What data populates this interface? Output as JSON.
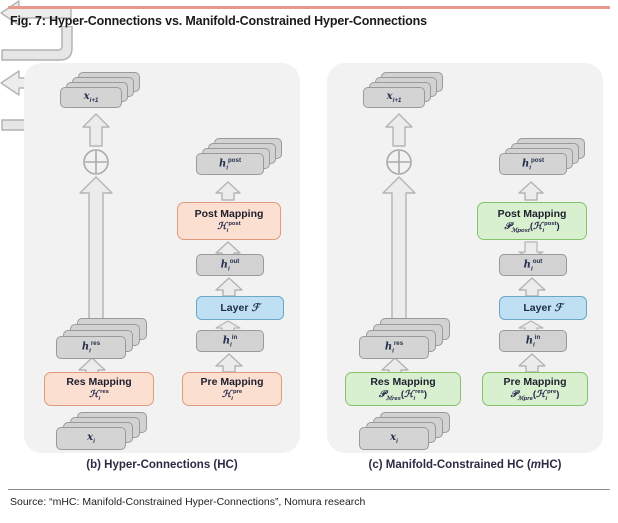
{
  "figure": {
    "title": "Fig. 7: Hyper-Connections vs. Manifold-Constrained Hyper-Connections",
    "rule_color": "#e8998d",
    "source": "Source: “mHC: Manifold-Constrained Hyper-Connections”, Nomura research"
  },
  "palette": {
    "panel_bg": "#f2f2f2",
    "node_gray": "#d2d2d2",
    "node_border": "#9a9a9a",
    "mapping_orange_fill": "#fbdfd0",
    "mapping_orange_border": "#e3997c",
    "mapping_green_fill": "#d8f0cf",
    "mapping_green_border": "#86c26b",
    "layer_fill": "#bfe0f2",
    "layer_border": "#6aa7c9",
    "arrow_fill": "#ececec",
    "arrow_border": "#b4b4b4",
    "caption_color": "#2b2b44"
  },
  "panels": [
    {
      "id": "hc",
      "caption_prefix": "(b) Hyper-Connections (HC)",
      "caption_italic": "",
      "mapping_style": "orange",
      "nodes": {
        "output": "x",
        "output_sub": "i+1",
        "input": "x",
        "input_sub": "i",
        "h_post": "h",
        "h_post_sup": "post",
        "h_post_sub": "i",
        "h_res": "h",
        "h_res_sup": "res",
        "h_res_sub": "i",
        "h_out": "h",
        "h_out_sup": "out",
        "h_out_sub": "i",
        "h_in": "h",
        "h_in_sup": "in",
        "h_in_sub": "i",
        "junction": "⊕"
      },
      "mappings": {
        "post": {
          "label": "Post Mapping",
          "formula": "ℋ_i^post"
        },
        "res": {
          "label": "Res Mapping",
          "formula": "ℋ_i^res"
        },
        "pre": {
          "label": "Pre Mapping",
          "formula": "ℋ_i^pre"
        }
      },
      "layer": {
        "label": "Layer",
        "symbol": "ℱ"
      }
    },
    {
      "id": "mhc",
      "caption_prefix": "(c) Manifold-Constrained HC (",
      "caption_italic": "m",
      "caption_suffix": "HC)",
      "mapping_style": "green",
      "nodes": {
        "output": "x",
        "output_sub": "i+1",
        "input": "x",
        "input_sub": "i",
        "h_post": "h",
        "h_post_sup": "post",
        "h_post_sub": "i",
        "h_res": "h",
        "h_res_sup": "res",
        "h_res_sub": "i",
        "h_out": "h",
        "h_out_sup": "out",
        "h_out_sub": "i",
        "h_in": "h",
        "h_in_sup": "in",
        "h_in_sub": "i",
        "junction": "⊕"
      },
      "mappings": {
        "post": {
          "label": "Post Mapping",
          "formula": "ᵊB_ℳpost(ℋ_i^post)"
        },
        "res": {
          "label": "Res Mapping",
          "formula": "ᵊB_ℳres(ℋ_i^res)"
        },
        "pre": {
          "label": "Pre Mapping",
          "formula": "ᵊB_ℳpre(ℋ_i^pre)"
        }
      },
      "layer": {
        "label": "Layer",
        "symbol": "ℱ"
      }
    }
  ]
}
